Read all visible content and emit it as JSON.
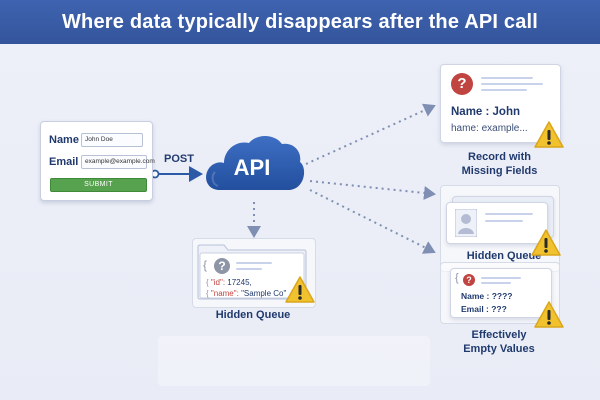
{
  "title": "Where data typically disappears after the API call",
  "form": {
    "name_label": "Name",
    "name_value": "John Doe",
    "email_label": "Email",
    "email_value": "example@example.com",
    "submit_label": "SUBMIT"
  },
  "post_label": "POST",
  "api_label": "API",
  "record_card": {
    "name_line": "Name :  John",
    "hame_line": "hame:  example...",
    "caption_line1": "Record with",
    "caption_line2": "Missing Fields"
  },
  "hidden_queue_left": {
    "brace_open": "{",
    "id_key": "\"id\":",
    "id_value": "17245,",
    "name_key": "\"name\":",
    "name_value": "\"Sample Co\"",
    "caption": "Hidden Queue"
  },
  "hidden_queue_right": {
    "caption": "Hidden Queue"
  },
  "empty_values_card": {
    "brace_open": "{",
    "name_line": "Name : ????",
    "email_line": "Email : ???",
    "caption_line1": "Effectively",
    "caption_line2": "Empty Values"
  },
  "icons": {
    "question": "question-circle-icon",
    "warning": "warning-triangle-icon",
    "user": "user-silhouette-icon",
    "folder": "folder-icon"
  },
  "colors": {
    "header": "#3a5ca6",
    "question_red": "#c0443f",
    "question_gray": "#8d95a6",
    "warning_yellow": "#f2c12e",
    "submit_green": "#56a24e",
    "arrow_blue": "#2d5aa6"
  }
}
